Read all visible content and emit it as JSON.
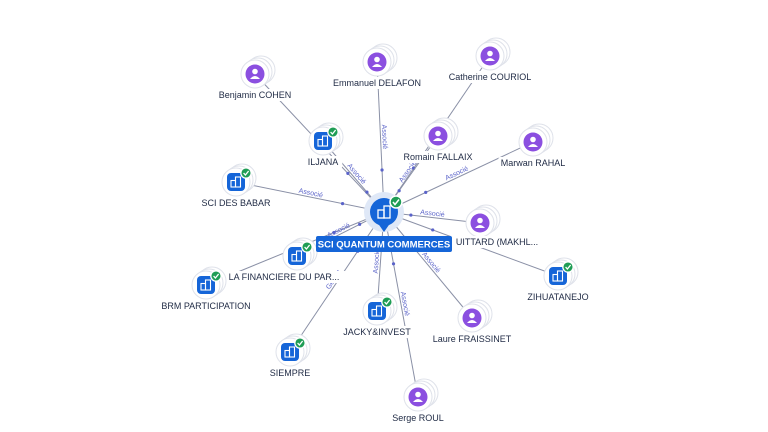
{
  "graph": {
    "center": {
      "label": "SCI QUANTUM COMMERCES",
      "kind": "company",
      "checked": true,
      "color": "#1565d8"
    },
    "colors": {
      "person": "#8b4fe0",
      "company": "#1565d8",
      "check": "#1f9d55",
      "edge": "#8a90a6",
      "edge_label": "#5a63c9"
    },
    "nodes": [
      {
        "id": "benjamin-cohen",
        "label": "Benjamin COHEN",
        "kind": "person"
      },
      {
        "id": "emmanuel-delafon",
        "label": "Emmanuel DELAFON",
        "kind": "person"
      },
      {
        "id": "catherine-couriol",
        "label": "Catherine COURIOL",
        "kind": "person"
      },
      {
        "id": "iljana",
        "label": "ILJANA",
        "kind": "company",
        "checked": true,
        "edge_label": "Associé"
      },
      {
        "id": "romain-fallaix",
        "label": "Romain FALLAIX",
        "kind": "person",
        "edge_label": "Associé"
      },
      {
        "id": "marwan-rahal",
        "label": "Marwan RAHAL",
        "kind": "person",
        "edge_label": "Associé"
      },
      {
        "id": "sci-des-babar",
        "label": "SCI DES BABAR",
        "kind": "company",
        "checked": true,
        "edge_label": "Associé"
      },
      {
        "id": "uittard",
        "label": "UITTARD (MAKHL...",
        "kind": "person",
        "edge_label": "Associé"
      },
      {
        "id": "la-financiere",
        "label": "LA FINANCIERE DU PAR...",
        "kind": "company",
        "checked": true,
        "edge_label": "Associé"
      },
      {
        "id": "brm-participation",
        "label": "BRM PARTICIPATION",
        "kind": "company",
        "checked": true
      },
      {
        "id": "zihuatanejo",
        "label": "ZIHUATANEJO",
        "kind": "company",
        "checked": true
      },
      {
        "id": "jacky-invest",
        "label": "JACKY&INVEST",
        "kind": "company",
        "checked": true,
        "edge_label": "Associé"
      },
      {
        "id": "laure-fraissinet",
        "label": "Laure FRAISSINET",
        "kind": "person",
        "edge_label": "Associé"
      },
      {
        "id": "siempre",
        "label": "SIEMPRE",
        "kind": "company",
        "checked": true,
        "edge_label": "Gérant"
      },
      {
        "id": "serge-roul",
        "label": "Serge ROUL",
        "kind": "person",
        "edge_label": "Associé"
      }
    ],
    "edges": [
      {
        "from": "center",
        "to": "benjamin-cohen"
      },
      {
        "from": "center",
        "to": "emmanuel-delafon",
        "label": "Associé"
      },
      {
        "from": "center",
        "to": "catherine-couriol"
      },
      {
        "from": "center",
        "to": "iljana",
        "label": "Associé"
      },
      {
        "from": "center",
        "to": "romain-fallaix",
        "label": "Associé"
      },
      {
        "from": "center",
        "to": "marwan-rahal",
        "label": "Associé"
      },
      {
        "from": "center",
        "to": "sci-des-babar",
        "label": "Associé"
      },
      {
        "from": "center",
        "to": "uittard",
        "label": "Associé"
      },
      {
        "from": "center",
        "to": "la-financiere",
        "label": "Associé"
      },
      {
        "from": "center",
        "to": "brm-participation"
      },
      {
        "from": "center",
        "to": "zihuatanejo"
      },
      {
        "from": "center",
        "to": "jacky-invest",
        "label": "Associé"
      },
      {
        "from": "center",
        "to": "laure-fraissinet",
        "label": "Associé"
      },
      {
        "from": "center",
        "to": "siempre",
        "label": "Gérant"
      },
      {
        "from": "center",
        "to": "serge-roul",
        "label": "Associé"
      }
    ]
  }
}
